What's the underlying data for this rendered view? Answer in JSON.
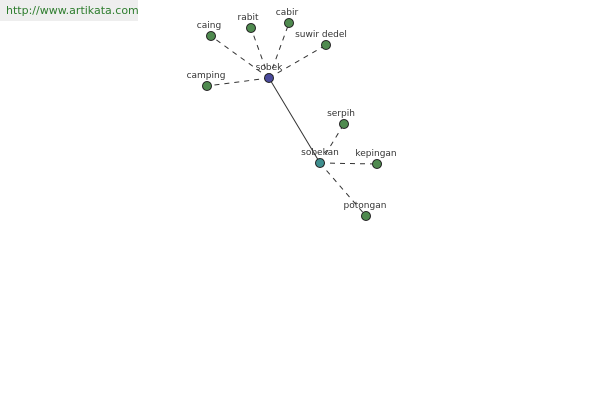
{
  "source": {
    "url": "http://www.artikata.com"
  },
  "colors": {
    "banner_bg": "#eeeeee",
    "url_text": "#2e7d2e",
    "hub_root": "#4a4a9c",
    "hub_child": "#3f8f8f",
    "leaf": "#4f8a4f",
    "edge": "#333333"
  },
  "graph": {
    "nodes": [
      {
        "id": "sobek",
        "label": "sobek",
        "kind": "root"
      },
      {
        "id": "sobekan",
        "label": "sobekan",
        "kind": "hub"
      },
      {
        "id": "caing",
        "label": "caing",
        "kind": "leaf"
      },
      {
        "id": "rabit",
        "label": "rabit",
        "kind": "leaf"
      },
      {
        "id": "cabir",
        "label": "cabir",
        "kind": "leaf"
      },
      {
        "id": "suwir-dedel",
        "label": "suwir dedel",
        "kind": "leaf"
      },
      {
        "id": "camping",
        "label": "camping",
        "kind": "leaf"
      },
      {
        "id": "serpih",
        "label": "serpih",
        "kind": "leaf"
      },
      {
        "id": "kepingan",
        "label": "kepingan",
        "kind": "leaf"
      },
      {
        "id": "potongan",
        "label": "potongan",
        "kind": "leaf"
      }
    ],
    "edges": [
      {
        "from": "sobek",
        "to": "sobekan",
        "style": "solid"
      },
      {
        "from": "sobek",
        "to": "caing",
        "style": "dashed"
      },
      {
        "from": "sobek",
        "to": "rabit",
        "style": "dashed"
      },
      {
        "from": "sobek",
        "to": "cabir",
        "style": "dashed"
      },
      {
        "from": "sobek",
        "to": "suwir-dedel",
        "style": "dashed"
      },
      {
        "from": "sobek",
        "to": "camping",
        "style": "dashed"
      },
      {
        "from": "sobekan",
        "to": "serpih",
        "style": "dashed"
      },
      {
        "from": "sobekan",
        "to": "kepingan",
        "style": "dashed"
      },
      {
        "from": "sobekan",
        "to": "potongan",
        "style": "dashed"
      }
    ]
  }
}
